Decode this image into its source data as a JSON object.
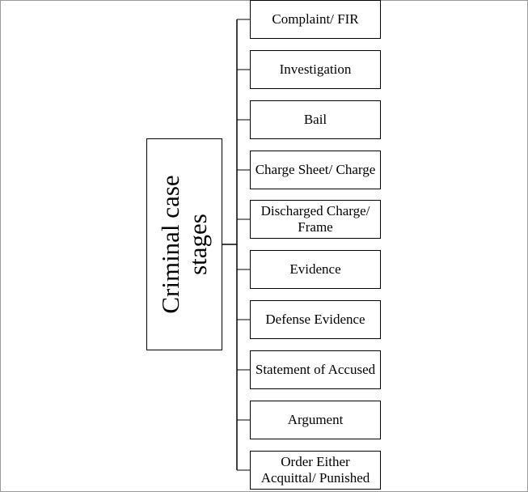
{
  "root": {
    "label": "Criminal case stages"
  },
  "stages": [
    {
      "label": "Complaint/ FIR"
    },
    {
      "label": "Investigation"
    },
    {
      "label": "Bail"
    },
    {
      "label": "Charge Sheet/ Charge"
    },
    {
      "label": "Discharged Charge/ Frame"
    },
    {
      "label": "Evidence"
    },
    {
      "label": "Defense Evidence"
    },
    {
      "label": "Statement of Accused"
    },
    {
      "label": "Argument"
    },
    {
      "label": "Order Either Acquittal/ Punished"
    }
  ],
  "colors": {
    "line": "#000000",
    "box_border": "#000000",
    "frame_border": "#9a9a9a"
  }
}
